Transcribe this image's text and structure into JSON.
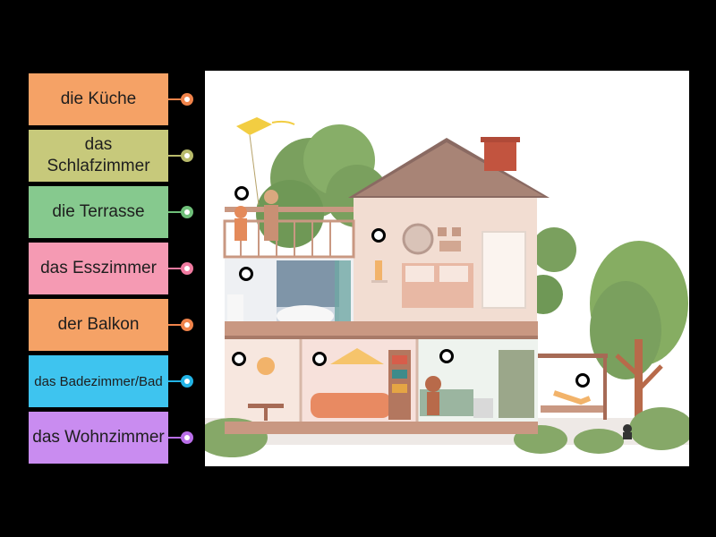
{
  "labels": [
    {
      "text": "die Küche",
      "color": "#f5a266",
      "dot": "#f0834a"
    },
    {
      "text": "das Schlafzimmer",
      "color": "#c7c97b",
      "dot": "#b8ba6a"
    },
    {
      "text": "die Terrasse",
      "color": "#86c98e",
      "dot": "#6fbf79"
    },
    {
      "text": "das Esszimmer",
      "color": "#f59ab3",
      "dot": "#f07aa0"
    },
    {
      "text": "der Balkon",
      "color": "#f5a266",
      "dot": "#f0834a"
    },
    {
      "text": "das Badezimmer/Bad",
      "color": "#3ec4ef",
      "dot": "#22b4e6"
    },
    {
      "text": "das Wohnzimmer",
      "color": "#c98cf0",
      "dot": "#b96ee9"
    }
  ],
  "icons": {
    "kite": "kite-icon",
    "cat": "cat-icon",
    "hotspot": "drop-target-circle"
  }
}
